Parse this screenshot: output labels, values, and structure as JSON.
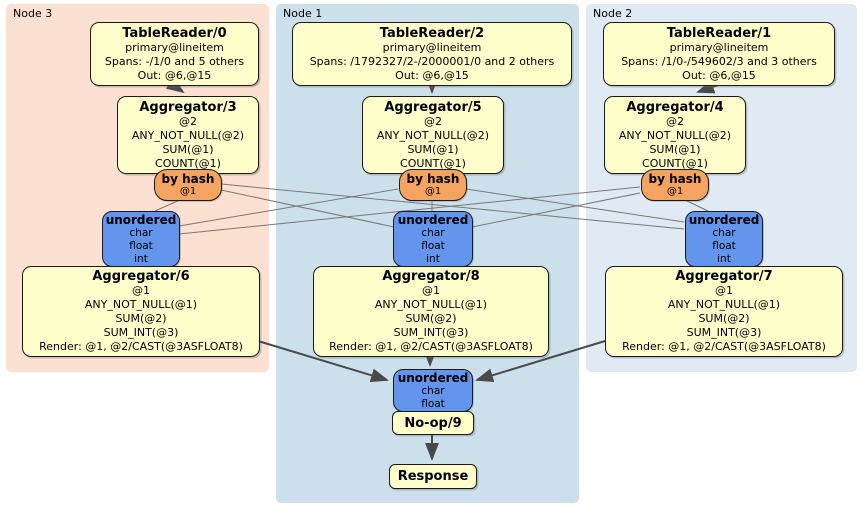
{
  "colors": {
    "node3_bg": "#fce0d2",
    "node1_bg": "#cce0ec",
    "node2_bg": "#dfeaf4",
    "box_fill": "#ffffcc",
    "router_fill": "#f4a460",
    "sync_fill": "#6495ed",
    "edge_color": "#4a4a4a",
    "link_color": "#787878",
    "border_color": "#1a1a1a"
  },
  "groups": [
    {
      "label": "Node 3"
    },
    {
      "label": "Node 1"
    },
    {
      "label": "Node 2"
    }
  ],
  "processors": {
    "tr0": {
      "title": "TableReader/0",
      "lines": [
        "primary@lineitem",
        "Spans: -/1/0 and 5 others",
        "Out: @6,@15"
      ]
    },
    "tr2": {
      "title": "TableReader/2",
      "lines": [
        "primary@lineitem",
        "Spans: /1792327/2-/2000001/0 and 2 others",
        "Out: @6,@15"
      ]
    },
    "tr1": {
      "title": "TableReader/1",
      "lines": [
        "primary@lineitem",
        "Spans: /1/0-/549602/3 and 3 others",
        "Out: @6,@15"
      ]
    },
    "agg3": {
      "title": "Aggregator/3",
      "lines": [
        "@2",
        "ANY_NOT_NULL(@2)",
        "SUM(@1)",
        "COUNT(@1)"
      ]
    },
    "agg5": {
      "title": "Aggregator/5",
      "lines": [
        "@2",
        "ANY_NOT_NULL(@2)",
        "SUM(@1)",
        "COUNT(@1)"
      ]
    },
    "agg4": {
      "title": "Aggregator/4",
      "lines": [
        "@2",
        "ANY_NOT_NULL(@2)",
        "SUM(@1)",
        "COUNT(@1)"
      ]
    },
    "agg6": {
      "title": "Aggregator/6",
      "lines": [
        "@1",
        "ANY_NOT_NULL(@1)",
        "SUM(@2)",
        "SUM_INT(@3)",
        "Render: @1, @2/CAST(@3ASFLOAT8)"
      ]
    },
    "agg8": {
      "title": "Aggregator/8",
      "lines": [
        "@1",
        "ANY_NOT_NULL(@1)",
        "SUM(@2)",
        "SUM_INT(@3)",
        "Render: @1, @2/CAST(@3ASFLOAT8)"
      ]
    },
    "agg7": {
      "title": "Aggregator/7",
      "lines": [
        "@1",
        "ANY_NOT_NULL(@1)",
        "SUM(@2)",
        "SUM_INT(@3)",
        "Render: @1, @2/CAST(@3ASFLOAT8)"
      ]
    },
    "noop": {
      "title": "No-op/9"
    },
    "response": {
      "title": "Response"
    }
  },
  "routers": {
    "r3": {
      "title": "by hash",
      "detail": "@1"
    },
    "r5": {
      "title": "by hash",
      "detail": "@1"
    },
    "r4": {
      "title": "by hash",
      "detail": "@1"
    }
  },
  "syncs": {
    "s3": {
      "title": "unordered",
      "lines": [
        "char",
        "float",
        "int"
      ]
    },
    "s1": {
      "title": "unordered",
      "lines": [
        "char",
        "float",
        "int"
      ]
    },
    "s2": {
      "title": "unordered",
      "lines": [
        "char",
        "float",
        "int"
      ]
    },
    "sfinal": {
      "title": "unordered",
      "lines": [
        "char",
        "float"
      ]
    }
  }
}
